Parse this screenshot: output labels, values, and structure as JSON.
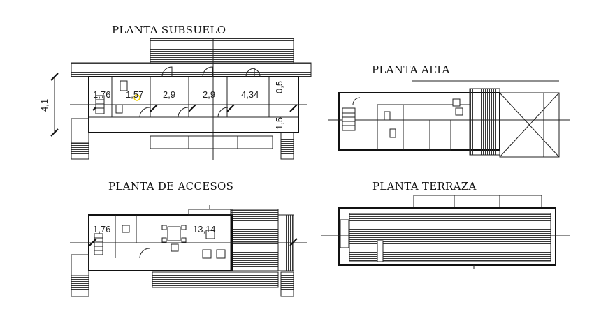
{
  "plans": {
    "subsuelo": {
      "title": "PLANTA  SUBSUELO",
      "area_labels": [
        "1,76",
        "1,57",
        "2,9",
        "2,9",
        "4,34",
        "0,5"
      ],
      "dimension_left": "4,1",
      "dimension_right": "1,5"
    },
    "alta": {
      "title": "PLANTA ALTA"
    },
    "accesos": {
      "title": "PLANTA DE ACCESOS",
      "area_labels": [
        "1,76",
        "13,14"
      ]
    },
    "terraza": {
      "title": "PLANTA TERRAZA"
    }
  },
  "colors": {
    "line": "#222222",
    "highlight_yellow": "#f2f000",
    "highlight_green": "#3cf03c"
  }
}
